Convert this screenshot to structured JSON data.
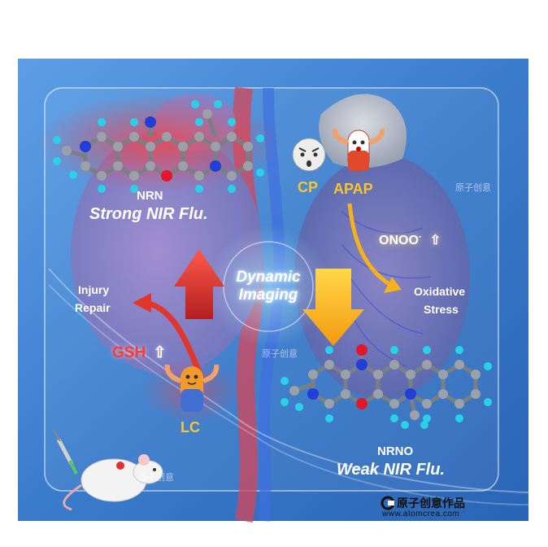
{
  "labels": {
    "nrn": "NRN",
    "strong": "Strong NIR Flu.",
    "nrno": "NRNO",
    "weak": "Weak NIR Flu.",
    "cp": "CP",
    "apap": "APAP",
    "onoo": "ONOO",
    "onoo_sup": "-",
    "up_arrow": "⇧",
    "oxidative": "Oxidative",
    "stress": "Stress",
    "injury": "Injury",
    "repair": "Repair",
    "gsh": "GSH",
    "lc": "LC",
    "dynamic": "Dynamic",
    "imaging": "Imaging"
  },
  "watermark": "原子创意",
  "footer": {
    "brand": "原子创意作品",
    "url": "www.atomcrea.com"
  },
  "colors": {
    "panel_blue": "#3d7fd0",
    "strong_red": "#e8392f",
    "weak_yellow": "#f5b21a",
    "atom_carbon": "#9aa1a8",
    "atom_hydrogen": "#29d1e8",
    "atom_nitrogen": "#1f3fd6",
    "atom_oxygen": "#e0182a"
  }
}
